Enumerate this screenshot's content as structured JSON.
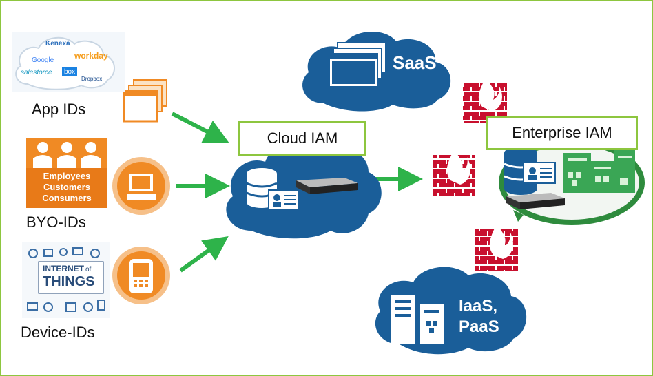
{
  "colors": {
    "frame": "#8dc63f",
    "arrow": "#2eb34a",
    "cloud": "#1a5e99",
    "orange": "#f08a24",
    "firewall": "#c8102e",
    "ring": "#2e8b3d"
  },
  "sources": {
    "app_ids": {
      "label": "App IDs",
      "logos": [
        "Kenexa",
        "workday",
        "Google",
        "salesforce",
        "box",
        "Dropbox"
      ]
    },
    "byo_ids": {
      "label": "BYO-IDs",
      "banner": [
        "Employees",
        "Customers",
        "Consumers"
      ]
    },
    "device_ids": {
      "label": "Device-IDs",
      "banner": [
        "INTERNET",
        "of",
        "THINGS"
      ]
    }
  },
  "nodes": {
    "cloud_iam": "Cloud IAM",
    "enterprise_iam": "Enterprise IAM",
    "saas": "SaaS",
    "iaas_paas": [
      "IaaS,",
      "PaaS"
    ]
  },
  "icons": [
    "cloud-icon",
    "app-window-icon",
    "computer-icon",
    "phone-icon",
    "database-icon",
    "server-icon",
    "id-card-icon",
    "firewall-icon",
    "arrow-icon",
    "people-icon"
  ]
}
